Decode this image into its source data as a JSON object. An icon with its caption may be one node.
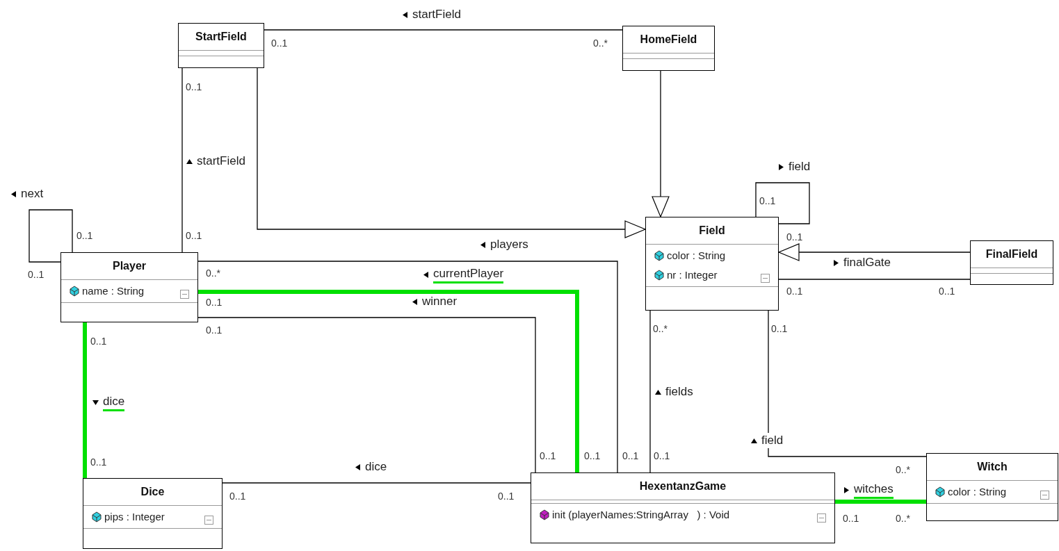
{
  "diagram": {
    "nodes": [
      {
        "text": [
          "StartField"
        ]
      },
      {
        "text": [
          "HomeField"
        ]
      },
      {
        "text": [
          "Field",
          "color : String",
          "nr : Integer"
        ]
      },
      {
        "text": [
          "FinalField"
        ]
      },
      {
        "text": [
          "Player",
          "name : String"
        ]
      },
      {
        "text": [
          "Dice",
          "pips : Integer"
        ]
      },
      {
        "text": [
          "HexentanzGame",
          "init (playerNames:StringArray   ) : Void"
        ]
      },
      {
        "text": [
          "Witch",
          "color : String"
        ]
      }
    ],
    "edges": [
      {
        "from": 0,
        "to": 1,
        "arrow": "none",
        "label": "startField"
      },
      {
        "from": 0,
        "to": 4,
        "arrow": "none",
        "label": "startField"
      },
      {
        "from": 0,
        "to": 2,
        "arrow": "to"
      },
      {
        "from": 1,
        "to": 2,
        "arrow": "to"
      },
      {
        "from": 2,
        "to": 2,
        "arrow": "none",
        "label": "field"
      },
      {
        "from": 3,
        "to": 2,
        "arrow": "to"
      },
      {
        "from": 2,
        "to": 3,
        "arrow": "none",
        "label": "finalGate"
      },
      {
        "from": 4,
        "to": 4,
        "arrow": "none",
        "label": "next"
      },
      {
        "from": 4,
        "to": 6,
        "arrow": "none",
        "label": "players"
      },
      {
        "from": 4,
        "to": 6,
        "arrow": "none",
        "label": "currentPlayer",
        "style": "thick",
        "color": "#00e000"
      },
      {
        "from": 4,
        "to": 6,
        "arrow": "none",
        "label": "winner"
      },
      {
        "from": 4,
        "to": 5,
        "arrow": "none",
        "label": "dice",
        "style": "thick",
        "color": "#00e000"
      },
      {
        "from": 5,
        "to": 6,
        "arrow": "none",
        "label": "dice"
      },
      {
        "from": 2,
        "to": 6,
        "arrow": "none",
        "label": "fields"
      },
      {
        "from": 2,
        "to": 7,
        "arrow": "none",
        "label": "field"
      },
      {
        "from": 6,
        "to": 7,
        "arrow": "none",
        "label": "witches",
        "style": "thick",
        "color": "#00e000"
      }
    ],
    "labels": [
      "0..1",
      "0..*",
      "0..1",
      "0..1",
      "0..1",
      "0..1",
      "0..1",
      "0..1",
      "0..*",
      "0..1",
      "0..1",
      "0..1",
      "0..1",
      "0..*",
      "0..1",
      "0..1",
      "0..1",
      "0..1",
      "0..1",
      "0..1",
      "0..1",
      "0..*",
      "0..1",
      "0..1",
      "0..1",
      "0..*"
    ]
  }
}
